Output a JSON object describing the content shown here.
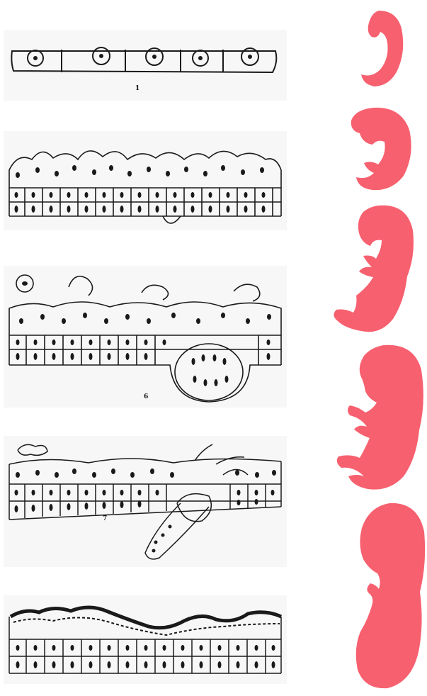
{
  "colors": {
    "embryo_fill": "#f7606f",
    "ink": "#1a1a1a",
    "panel_bg": "#f7f7f7",
    "page_bg": "#ffffff"
  },
  "labels": {
    "stage_1": "1",
    "stage_6": "6",
    "stage_7": "7"
  },
  "panels": [
    {
      "name": "tissue-stage-1",
      "description_icon": "simple-squamous-epithelium-icon"
    },
    {
      "name": "tissue-stage-2",
      "description_icon": "stratified-epithelium-icon"
    },
    {
      "name": "tissue-stage-3",
      "description_icon": "epithelium-with-gland-bud-icon"
    },
    {
      "name": "tissue-stage-4",
      "description_icon": "epithelium-with-invaginating-gland-icon"
    },
    {
      "name": "tissue-stage-5",
      "description_icon": "keratinized-epithelium-icon"
    }
  ],
  "embryos": [
    {
      "name": "embryo-stage-1"
    },
    {
      "name": "embryo-stage-2"
    },
    {
      "name": "embryo-stage-3"
    },
    {
      "name": "embryo-stage-4"
    },
    {
      "name": "embryo-stage-5"
    }
  ]
}
